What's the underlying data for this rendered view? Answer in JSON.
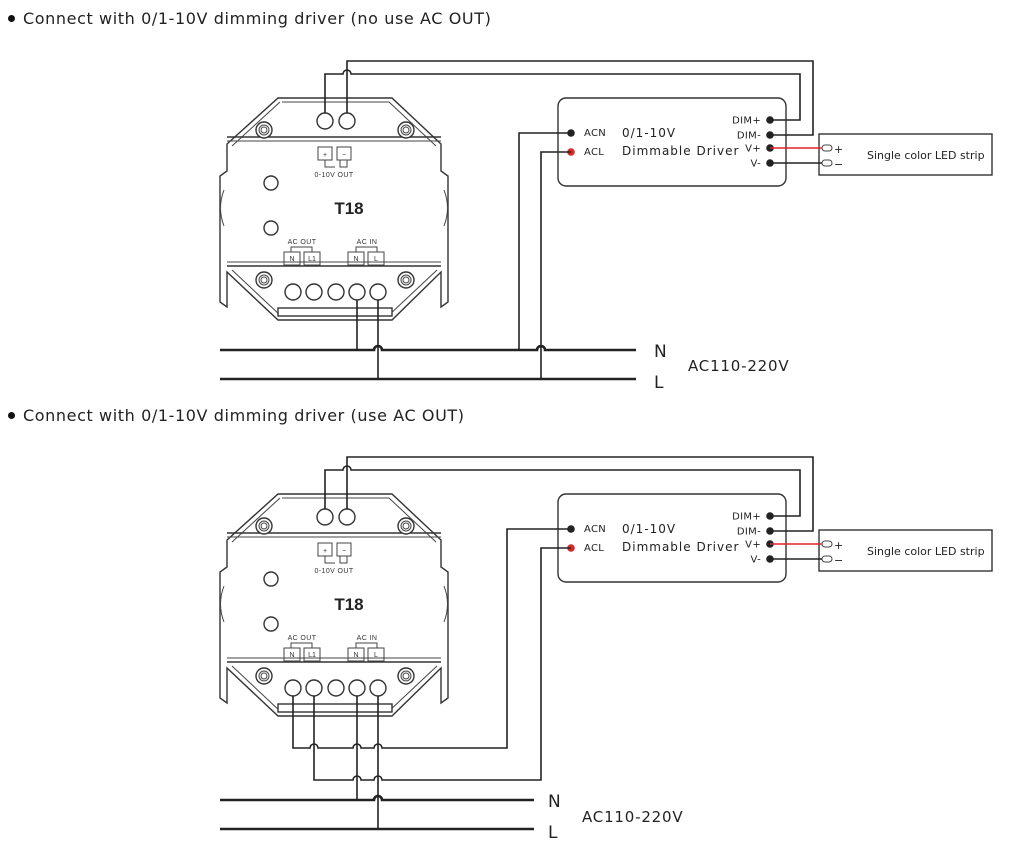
{
  "sections": [
    {
      "heading": "Connect with 0/1-10V dimming driver (no use AC OUT)",
      "uses_ac_out": false
    },
    {
      "heading": "Connect with 0/1-10V dimming driver (use AC OUT)",
      "uses_ac_out": true
    }
  ],
  "device": {
    "model": "T18",
    "dim_out_label": "0-10V OUT",
    "dim_plus": "+",
    "dim_minus": "−",
    "ac_out_label": "AC OUT",
    "ac_out_terminals": [
      "N",
      "L1"
    ],
    "ac_in_label": "AC IN",
    "ac_in_terminals": [
      "N",
      "L"
    ]
  },
  "driver": {
    "title_line1": "0/1-10V",
    "title_line2": "Dimmable Driver",
    "input_terminals": [
      "ACN",
      "ACL"
    ],
    "output_terminals": [
      "DIM+",
      "DIM-",
      "V+",
      "V-"
    ]
  },
  "led_strip": {
    "label": "Single color LED strip",
    "plus": "+",
    "minus": "−"
  },
  "mains": {
    "neutral": "N",
    "line": "L",
    "voltage": "AC110-220V"
  },
  "colors": {
    "wire": "#222222",
    "live_wire": "#e0202a",
    "acl_dot": "#d42a2a"
  }
}
